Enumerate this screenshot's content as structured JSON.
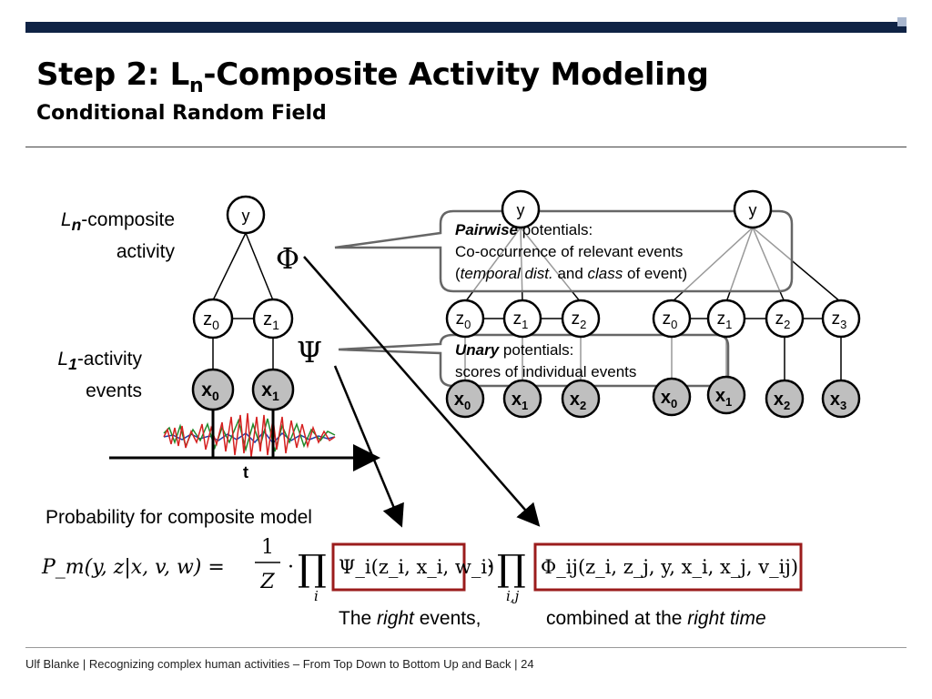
{
  "title": {
    "prefix": "Step 2: L",
    "subscript": "n",
    "suffix": "-Composite Activity Modeling",
    "subtitle": "Conditional Random Field"
  },
  "left_graph": {
    "composite_label": {
      "italic": "L",
      "sub": "n",
      "text_line1": "-composite",
      "text_line2": "activity"
    },
    "activity_label": {
      "italic": "L",
      "sub": "1",
      "text_line1": "-activity",
      "text_line2": "events"
    },
    "y_node": "y",
    "z_nodes": [
      {
        "base": "z",
        "sub": "0"
      },
      {
        "base": "z",
        "sub": "1"
      }
    ],
    "x_nodes": [
      {
        "base": "x",
        "sub": "0"
      },
      {
        "base": "x",
        "sub": "1"
      }
    ],
    "time_label": "t",
    "phi_symbol": "Φ",
    "psi_symbol": "Ψ"
  },
  "right_graphs": {
    "graph_a": {
      "y_node": "y",
      "z_nodes": [
        {
          "base": "z",
          "sub": "0"
        },
        {
          "base": "z",
          "sub": "1"
        },
        {
          "base": "z",
          "sub": "2"
        }
      ],
      "x_nodes": [
        {
          "base": "x",
          "sub": "0"
        },
        {
          "base": "x",
          "sub": "1"
        },
        {
          "base": "x",
          "sub": "2"
        }
      ]
    },
    "graph_b": {
      "y_node": "y",
      "z_nodes": [
        {
          "base": "z",
          "sub": "0"
        },
        {
          "base": "z",
          "sub": "1"
        },
        {
          "base": "z",
          "sub": "2"
        },
        {
          "base": "z",
          "sub": "3"
        }
      ],
      "x_nodes": [
        {
          "base": "x",
          "sub": "0"
        },
        {
          "base": "x",
          "sub": "1"
        },
        {
          "base": "x",
          "sub": "2"
        },
        {
          "base": "x",
          "sub": "3"
        }
      ]
    }
  },
  "callouts": {
    "pairwise": {
      "bold_italic": "Pairwise",
      "line1_rest": " potentials:",
      "line2": "Co-occurrence of relevant events",
      "line3_open": "(",
      "line3_italic1": "temporal dist.",
      "line3_mid": " and ",
      "line3_italic2": "class",
      "line3_end": " of event)"
    },
    "unary": {
      "bold_italic": "Unary",
      "line1_rest": " potentials:",
      "line2": "scores of individual events"
    }
  },
  "probability_label": "Probability for composite model",
  "formula": {
    "lhs": "P_m(y, z|x, v, w) =",
    "fraction_num": "1",
    "fraction_den": "Z",
    "dot": "·",
    "prod": "∏",
    "prod_index_i": "i",
    "prod_index_ij": "i,j",
    "unary_term": "Ψ_i(z_i, x_i, w_i)",
    "pairwise_term": "Φ_ij(z_i, z_j, y, x_i, x_j, v_ij)"
  },
  "captions": {
    "right_events_pre": "The ",
    "right_events_italic": "right",
    "right_events_post": " events,",
    "right_time_pre": "combined at the ",
    "right_time_italic": "right time"
  },
  "footer": "Ulf Blanke | Recognizing complex human activities – From Top Down to Bottom Up and Back | 24",
  "colors": {
    "header_bar": "#0f2345",
    "highlight_box": "#9b1c1c",
    "observed_node": "#bfbfbf",
    "callout_border": "#666666"
  }
}
